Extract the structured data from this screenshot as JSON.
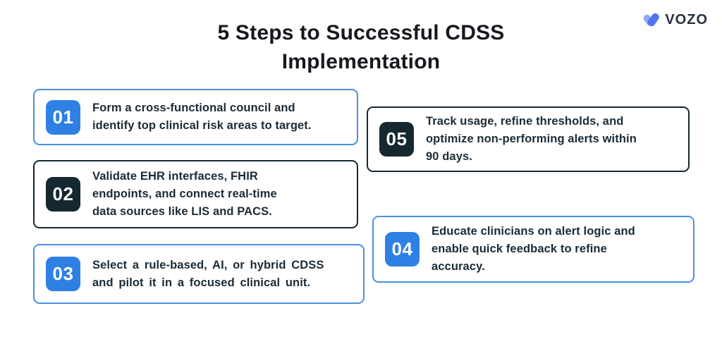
{
  "title": {
    "line1": "5 Steps to Successful CDSS",
    "line2": "Implementation"
  },
  "logo": {
    "wordmark": "VOZO",
    "icon": "heart-icon",
    "icon_color_light": "#8fa9f3",
    "icon_color_dark": "#5274ee",
    "wordmark_color": "#26313d"
  },
  "steps": [
    {
      "number": "01",
      "theme": "blue",
      "text": "Form a cross-functional council and\nidentify top clinical risk areas to target."
    },
    {
      "number": "02",
      "theme": "dark",
      "text": "Validate EHR interfaces, FHIR\nendpoints, and connect real-time\ndata sources like LIS and PACS."
    },
    {
      "number": "03",
      "theme": "blue",
      "text": "Select a rule-based, AI, or hybrid CDSS\nand pilot it in a focused clinical unit."
    },
    {
      "number": "04",
      "theme": "blue",
      "text": "Educate clinicians on alert logic and\nenable quick feedback to refine\naccuracy."
    },
    {
      "number": "05",
      "theme": "dark",
      "text": "Track usage, refine thresholds, and\noptimize non-performing alerts within\n90 days."
    }
  ],
  "palette": {
    "accent_blue": "#2f80e4",
    "accent_blue_border": "#4a90e2",
    "dark_navy": "#16282f",
    "body_text": "#1b2b36",
    "title_text": "#17181d",
    "background": "#ffffff"
  }
}
